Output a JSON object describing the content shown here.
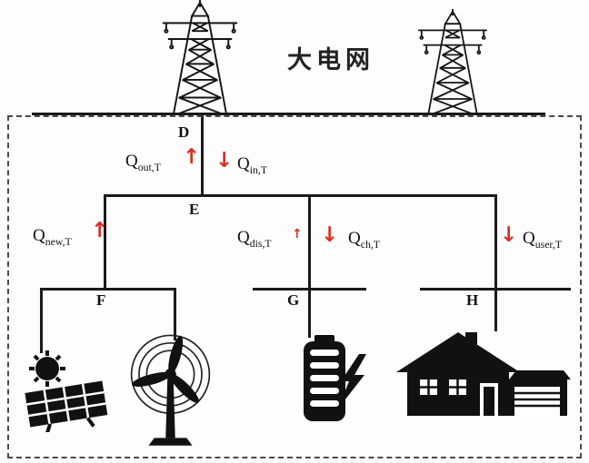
{
  "title": "大电网",
  "nodes": {
    "D": "D",
    "E": "E",
    "F": "F",
    "G": "G",
    "H": "H"
  },
  "glyphs": {
    "up": "↑",
    "down": "↓"
  },
  "flows": {
    "out": {
      "base": "Q",
      "sub": "out,T"
    },
    "in": {
      "base": "Q",
      "sub": "in,T"
    },
    "new": {
      "base": "Q",
      "sub": "new,T"
    },
    "dis": {
      "base": "Q",
      "sub": "dis,T"
    },
    "ch": {
      "base": "Q",
      "sub": "ch,T"
    },
    "user": {
      "base": "Q",
      "sub": "user,T"
    }
  },
  "icons": {
    "tower_left": "transmission-tower",
    "tower_right": "transmission-tower",
    "solar": "solar-panel-with-sun",
    "wind": "wind-turbine",
    "battery": "battery-storage-with-bolt",
    "house": "user-load-house"
  },
  "colors": {
    "arrow": "#d93025",
    "line": "#1a1a1a",
    "dash_border": "#4a4a4a"
  }
}
